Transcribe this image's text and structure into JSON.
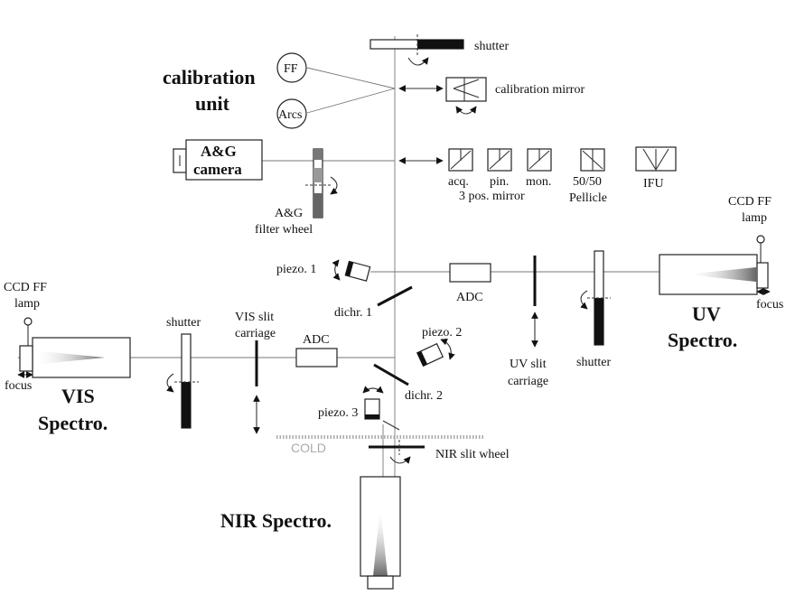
{
  "labels": {
    "shutter_top": "shutter",
    "calibration_unit_1": "calibration",
    "calibration_unit_2": "unit",
    "ff": "FF",
    "arcs": "Arcs",
    "calibration_mirror": "calibration mirror",
    "ag_camera_1": "A&G",
    "ag_camera_2": "camera",
    "acq": "acq.",
    "pin": "pin.",
    "mon": "mon.",
    "three_pos_mirror": "3 pos. mirror",
    "pellicle_1": "50/50",
    "pellicle_2": "Pellicle",
    "ifu": "IFU",
    "ag_filter_1": "A&G",
    "ag_filter_2": "filter wheel",
    "ccd_ff_right_1": "CCD FF",
    "ccd_ff_right_2": "lamp",
    "focus_right": "focus",
    "piezo1": "piezo. 1",
    "dichr1": "dichr. 1",
    "adc_uv": "ADC",
    "uv_slit_1": "UV slit",
    "uv_slit_2": "carriage",
    "shutter_uv": "shutter",
    "uv_spectro_1": "UV",
    "uv_spectro_2": "Spectro.",
    "ccd_ff_left_1": "CCD FF",
    "ccd_ff_left_2": "lamp",
    "focus_left": "focus",
    "shutter_vis": "shutter",
    "vis_slit_1": "VIS slit",
    "vis_slit_2": "carriage",
    "adc_vis": "ADC",
    "piezo2": "piezo. 2",
    "dichr2": "dichr. 2",
    "vis_spectro_1": "VIS",
    "vis_spectro_2": "Spectro.",
    "piezo3": "piezo. 3",
    "cold": "COLD",
    "nir_slit_wheel": "NIR slit wheel",
    "nir_spectro": "NIR Spectro."
  }
}
